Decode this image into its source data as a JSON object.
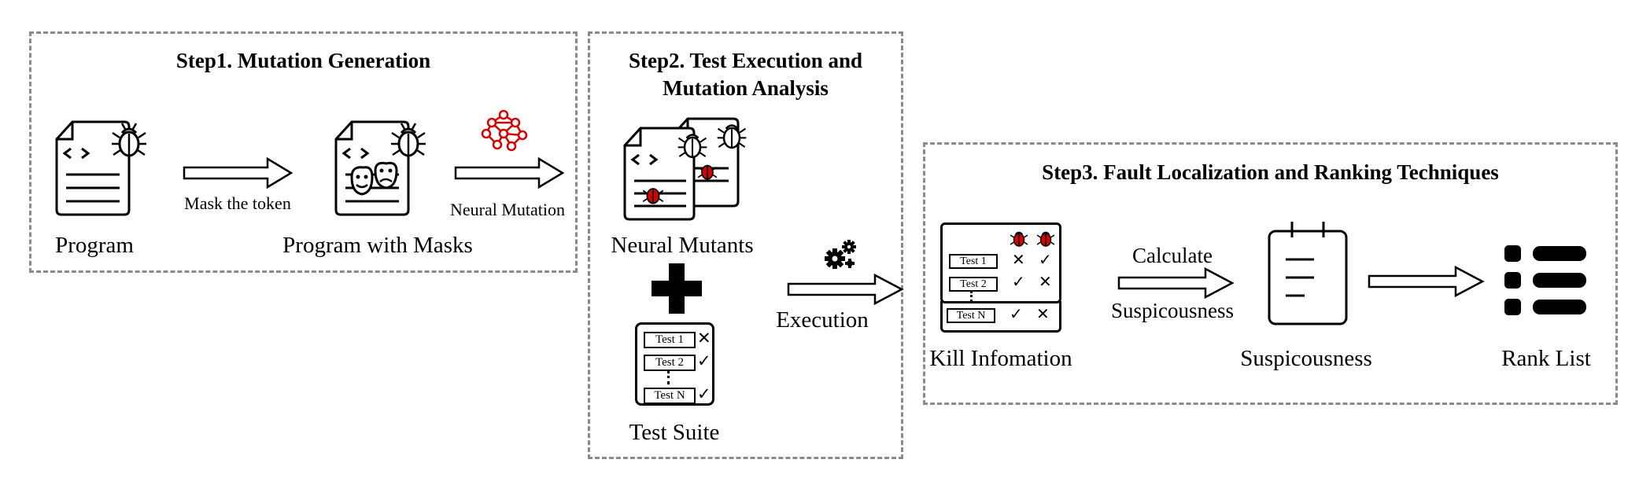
{
  "step1": {
    "title": "Step1. Mutation Generation",
    "program_label": "Program",
    "mask_label": "Mask the token",
    "masked_label": "Program with Masks",
    "neural_label": "Neural Mutation"
  },
  "step2": {
    "title_line1": "Step2. Test  Execution and",
    "title_line2": "Mutation  Analysis",
    "mutants_label": "Neural Mutants",
    "suite_label": "Test Suite",
    "execution_label": "Execution",
    "tests": [
      {
        "name": "Test 1",
        "mark": "✕"
      },
      {
        "name": "Test 2",
        "mark": "✓"
      },
      {
        "name": "Test N",
        "mark": "✓"
      }
    ]
  },
  "step3": {
    "title": "Step3. Fault  Localization  and  Ranking  Techniques",
    "kill_label": "Kill Infomation",
    "calc_line1": "Calculate",
    "calc_line2": "Suspicousness",
    "susp_label": "Suspicousness",
    "rank_label": "Rank List",
    "kill_rows": [
      {
        "name": "Test 1",
        "m1": "✕",
        "m2": "✓"
      },
      {
        "name": "Test 2",
        "m1": "✓",
        "m2": "✕"
      },
      {
        "name": "Test N",
        "m1": "✓",
        "m2": "✕"
      }
    ]
  },
  "icons": [
    "document-icon",
    "bug-icon",
    "mask-icon",
    "neural-network-icon",
    "plus-icon",
    "gears-icon",
    "test-suite-icon",
    "kill-matrix-icon",
    "notepad-icon",
    "rank-list-icon",
    "arrow-icon"
  ],
  "colors": {
    "accent_red": "#d40000",
    "border_gray": "#8a8a8a"
  }
}
